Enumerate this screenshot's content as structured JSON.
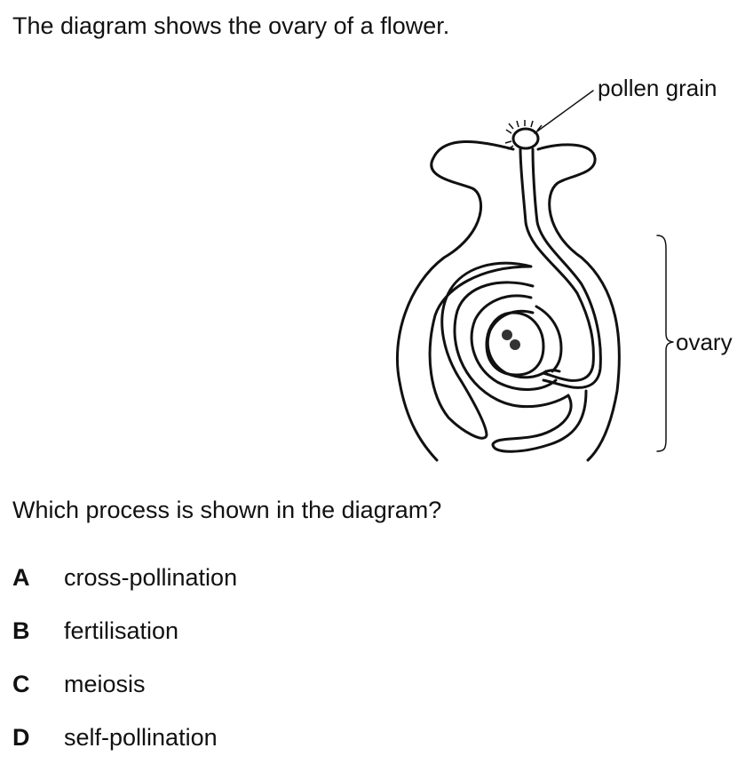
{
  "intro": "The diagram shows the ovary of a flower.",
  "diagram": {
    "labels": {
      "pollen_grain": "pollen grain",
      "ovary": "ovary"
    }
  },
  "question": "Which process is shown in the diagram?",
  "options": [
    {
      "letter": "A",
      "text": "cross-pollination"
    },
    {
      "letter": "B",
      "text": "fertilisation"
    },
    {
      "letter": "C",
      "text": "meiosis"
    },
    {
      "letter": "D",
      "text": "self-pollination"
    }
  ]
}
